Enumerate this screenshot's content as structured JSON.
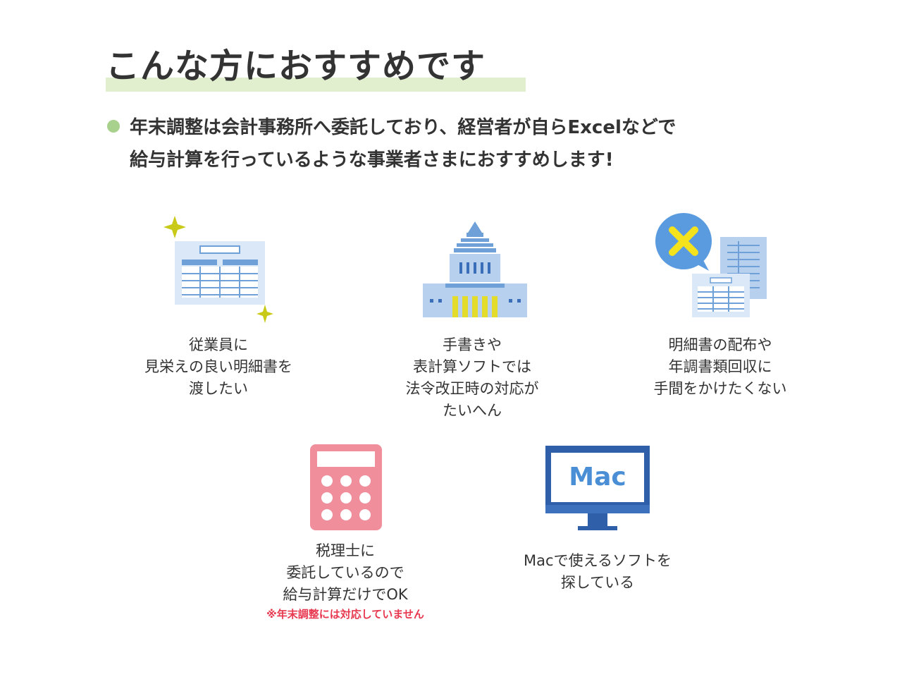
{
  "title": "こんな方におすすめです",
  "lead": {
    "line1": "年末調整は会計事務所へ委託しており、経営者が自らExcelなどで",
    "line2": "給与計算を行っているような事業者さまにおすすめします!"
  },
  "colors": {
    "accent_green": "#a9d18e",
    "highlight": "#e1efcf",
    "blue": "#4a8fd6",
    "pink": "#f08e9c",
    "yellow": "#e3dc2a",
    "note_red": "#e8384f"
  },
  "items": [
    {
      "icon": "payslip-sparkle-icon",
      "lines": [
        "従業員に",
        "見栄えの良い明細書を",
        "渡したい"
      ]
    },
    {
      "icon": "government-building-icon",
      "lines": [
        "手書きや",
        "表計算ソフトでは",
        "法令改正時の対応が",
        "たいへん"
      ]
    },
    {
      "icon": "no-documents-icon",
      "lines": [
        "明細書の配布や",
        "年調書類回収に",
        "手間をかけたくない"
      ]
    },
    {
      "icon": "calculator-icon",
      "lines": [
        "税理士に",
        "委託しているので",
        "給与計算だけでOK"
      ],
      "note": "※年末調整には対応していません"
    },
    {
      "icon": "mac-monitor-icon",
      "screen_text": "Mac",
      "lines": [
        "Macで使えるソフトを",
        "探している"
      ]
    }
  ]
}
